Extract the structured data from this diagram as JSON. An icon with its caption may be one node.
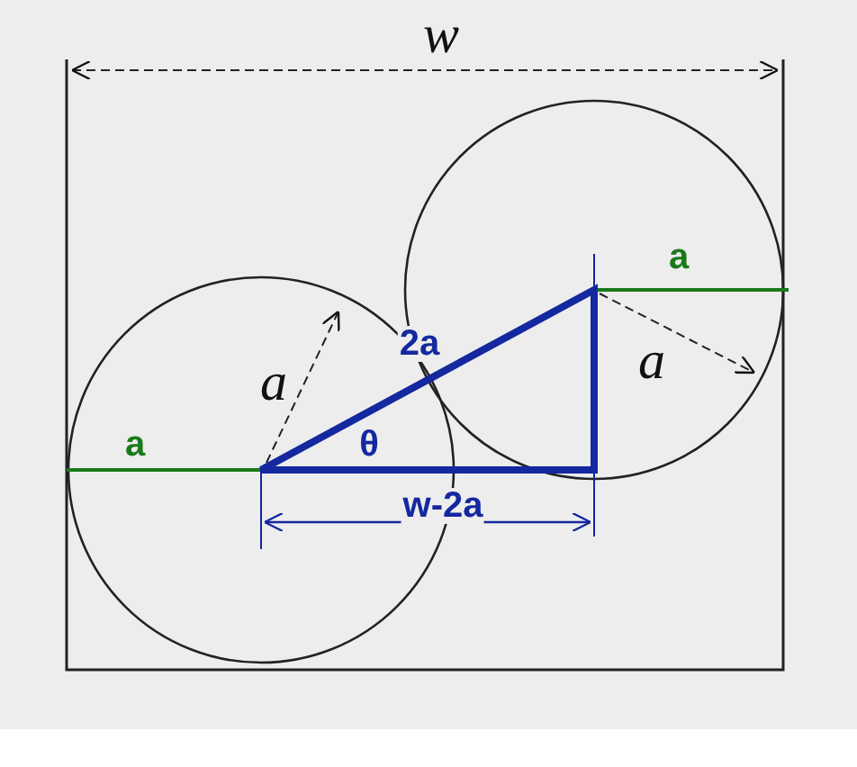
{
  "diagram": {
    "labels": [
      "w",
      "a",
      "a",
      "a",
      "a",
      "2a",
      "θ",
      "w-2a"
    ]
  }
}
